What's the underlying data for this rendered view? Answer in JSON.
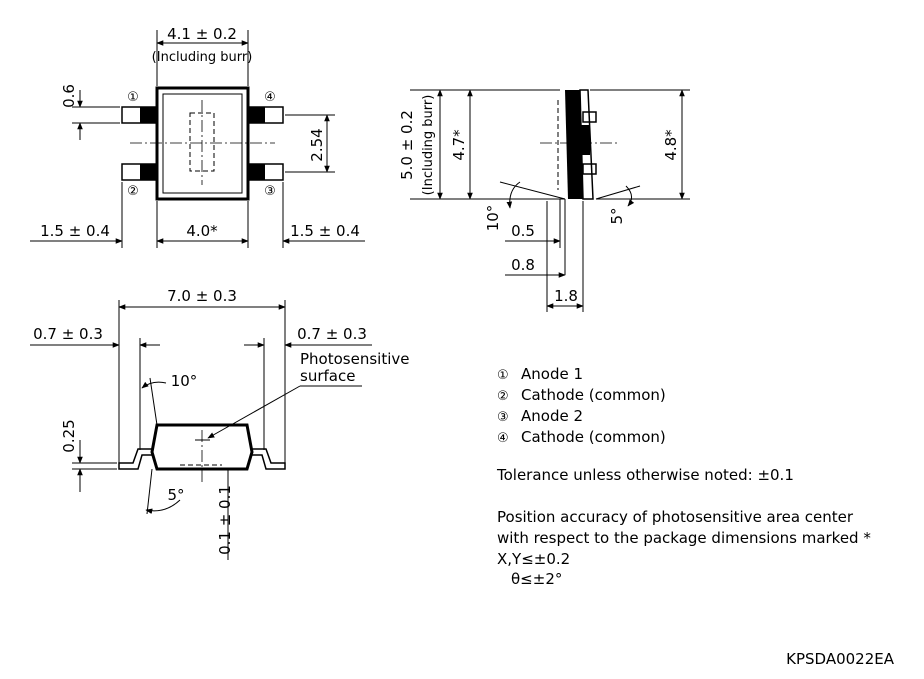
{
  "top_view": {
    "width_dim": "4.1 ± 0.2",
    "width_note": "(Including burr)",
    "lead_width": "0.6",
    "pin_pitch": "2.54",
    "left_lead": "1.5 ± 0.4",
    "body_width": "4.0*",
    "right_lead": "1.5 ± 0.4",
    "pins": [
      "①",
      "④",
      "②",
      "③"
    ]
  },
  "side_view": {
    "height_dim": "5.0 ± 0.2",
    "height_note": "(Including burr)",
    "inner_height": "4.7*",
    "right_height": "4.8*",
    "left_angle": "10°",
    "right_angle": "5°",
    "dim_05": "0.5",
    "dim_08": "0.8",
    "dim_18": "1.8"
  },
  "front_view": {
    "total_width": "7.0 ± 0.3",
    "left_offset": "0.7 ± 0.3",
    "right_offset": "0.7 ± 0.3",
    "lead_thickness": "0.25",
    "top_angle": "10°",
    "bottom_angle": "5°",
    "standoff": "0.1 ± 0.1",
    "surface_label_1": "Photosensitive",
    "surface_label_2": "surface"
  },
  "legend": [
    {
      "num": "①",
      "label": "Anode 1"
    },
    {
      "num": "②",
      "label": "Cathode (common)"
    },
    {
      "num": "③",
      "label": "Anode 2"
    },
    {
      "num": "④",
      "label": "Cathode (common)"
    }
  ],
  "tolerance_note": "Tolerance unless otherwise noted: ±0.1",
  "position_note": {
    "line1": "Position accuracy of photosensitive area center",
    "line2": "with respect to the package dimensions marked *",
    "line3": "X,Y≤±0.2",
    "line4": "θ≤±2°"
  },
  "drawing_code": "KPSDA0022EA"
}
